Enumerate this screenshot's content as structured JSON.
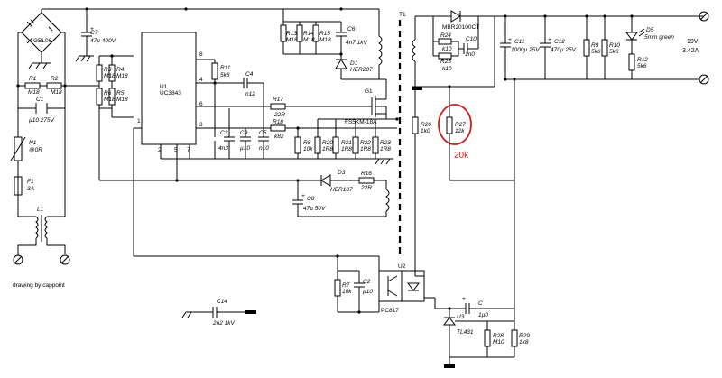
{
  "colors": {
    "ink": "#000000",
    "highlight": "#cc1f1f",
    "background": "#ffffff"
  },
  "credit": "drawing by cappoint",
  "annotation": "20k",
  "parts": {
    "bridge": "GBL06",
    "c7": {
      "ref": "C7",
      "val": "47µ 400V"
    },
    "r1": {
      "ref": "R1",
      "val": "M18"
    },
    "r2": {
      "ref": "R2",
      "val": "M18"
    },
    "c1": {
      "ref": "C1",
      "val": "µ10 275V"
    },
    "n1": {
      "ref": "N1",
      "val": "@0R"
    },
    "f1": {
      "ref": "F1",
      "val": "3A"
    },
    "l1": {
      "ref": "L1"
    },
    "r3": {
      "ref": "R3",
      "val": "M18"
    },
    "r4": {
      "ref": "R4",
      "val": "M18"
    },
    "r5": {
      "ref": "R5",
      "val": "M18"
    },
    "r6": {
      "ref": "R6",
      "val": "M18"
    },
    "u1": {
      "ref": "U1",
      "val": "UC3843"
    },
    "r11": {
      "ref": "R11",
      "val": "5k6"
    },
    "c4": {
      "ref": "C4",
      "val": "n12"
    },
    "r17": {
      "ref": "R17",
      "val": "22R"
    },
    "r18": {
      "ref": "R18",
      "val": "k82"
    },
    "c3": {
      "ref": "C3",
      "val": "4n3"
    },
    "c9": {
      "ref": "C9",
      "val": "µ10"
    },
    "c5": {
      "ref": "C5",
      "val": "n10"
    },
    "r8": {
      "ref": "R8",
      "val": "10k"
    },
    "r20": {
      "ref": "R20",
      "val": "1R8"
    },
    "r21": {
      "ref": "R21",
      "val": "1R8"
    },
    "r22": {
      "ref": "R22",
      "val": "1R8"
    },
    "r23": {
      "ref": "R23",
      "val": "1R8"
    },
    "r13": {
      "ref": "R13",
      "val": "M18"
    },
    "r14": {
      "ref": "R14",
      "val": "M18"
    },
    "r15": {
      "ref": "R15",
      "val": "M18"
    },
    "c6": {
      "ref": "C6",
      "val": "4n7 1kV"
    },
    "d1": {
      "ref": "D1",
      "val": "HER207"
    },
    "g1": {
      "ref": "G1",
      "val": "FS5KM-18A"
    },
    "t1": {
      "ref": "T1"
    },
    "d3": {
      "ref": "D3",
      "val": "HER107"
    },
    "r16": {
      "ref": "R16",
      "val": "22R"
    },
    "c8": {
      "ref": "C8",
      "val": "47µ 50V"
    },
    "d2": {
      "val": "MBR20100CT"
    },
    "r24": {
      "ref": "R24",
      "val": "k10"
    },
    "r25": {
      "ref": "R25",
      "val": "k10"
    },
    "c10": {
      "ref": "C10",
      "val": "1n0"
    },
    "c11": {
      "ref": "C11",
      "val": "1000µ 25V"
    },
    "c12": {
      "ref": "C12",
      "val": "470µ 25V"
    },
    "r9": {
      "ref": "R9",
      "val": "5k6"
    },
    "r10": {
      "ref": "R10",
      "val": "5k6"
    },
    "d5": {
      "ref": "D5",
      "val": "5mm green"
    },
    "r12": {
      "ref": "R12",
      "val": "5k6"
    },
    "out": {
      "v": "19V",
      "a": "3.42A"
    },
    "r26": {
      "ref": "R26",
      "val": "1k0"
    },
    "r27": {
      "ref": "R27",
      "val": "12k"
    },
    "r7": {
      "ref": "R7",
      "val": "10k"
    },
    "c2": {
      "ref": "C2",
      "val": "µ10"
    },
    "u2": {
      "ref": "U2",
      "val": "PC817"
    },
    "c14": {
      "ref": "C14",
      "val": "2n2 1kV"
    },
    "c": {
      "ref": "C",
      "val": "1µ0"
    },
    "u3": {
      "ref": "U3",
      "val": "TL431"
    },
    "r28": {
      "ref": "R28",
      "val": "M10"
    },
    "r29": {
      "ref": "R29",
      "val": "1k8"
    }
  },
  "pins": {
    "p8": "8",
    "p4": "4",
    "p6": "6",
    "p3": "3",
    "p1": "1",
    "p2": "2",
    "p5": "5",
    "p7": "7"
  }
}
